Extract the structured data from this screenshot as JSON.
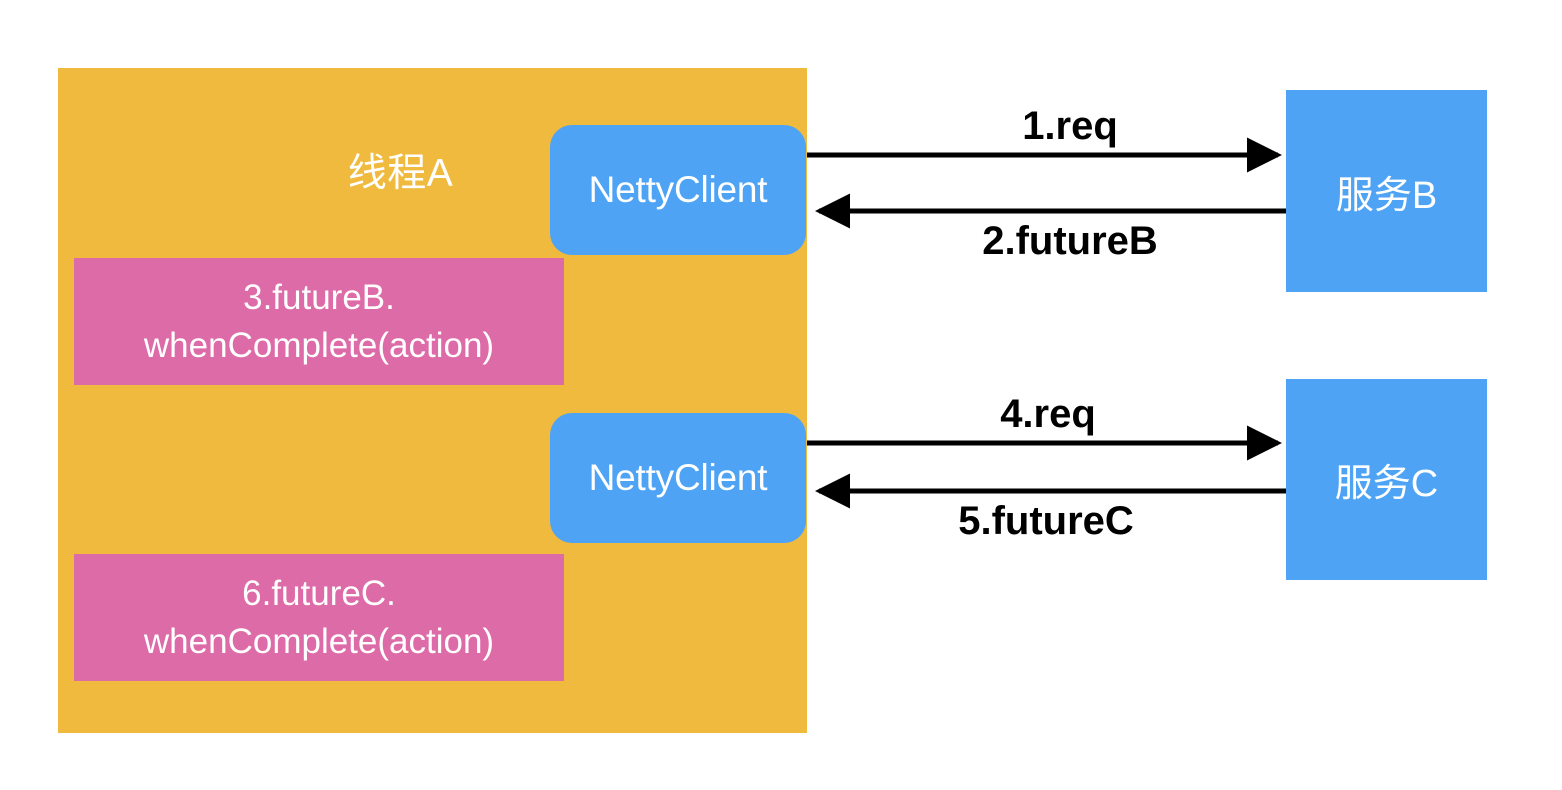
{
  "diagram": {
    "title_visible": false,
    "colors": {
      "background": "#ffffff",
      "thread_container": "#efba3e",
      "client_node": "#4ea3f5",
      "service_node": "#4ea3f5",
      "action_node": "#dc6ba8",
      "arrow": "#000000",
      "node_text": "#ffffff",
      "label_text": "#000000"
    },
    "thread": {
      "label": "线程A"
    },
    "clients": [
      {
        "label": "NettyClient"
      },
      {
        "label": "NettyClient"
      }
    ],
    "actions": [
      {
        "line1": "3.futureB.",
        "line2": "whenComplete(action)"
      },
      {
        "line1": "6.futureC.",
        "line2": "whenComplete(action)"
      }
    ],
    "services": [
      {
        "label": "服务B"
      },
      {
        "label": "服务C"
      }
    ],
    "arrows": [
      {
        "label": "1.req",
        "direction": "right",
        "from": "NettyClient",
        "to": "服务B"
      },
      {
        "label": "2.futureB",
        "direction": "left",
        "from": "服务B",
        "to": "NettyClient"
      },
      {
        "label": "4.req",
        "direction": "right",
        "from": "NettyClient",
        "to": "服务C"
      },
      {
        "label": "5.futureC",
        "direction": "left",
        "from": "服务C",
        "to": "NettyClient"
      }
    ]
  }
}
